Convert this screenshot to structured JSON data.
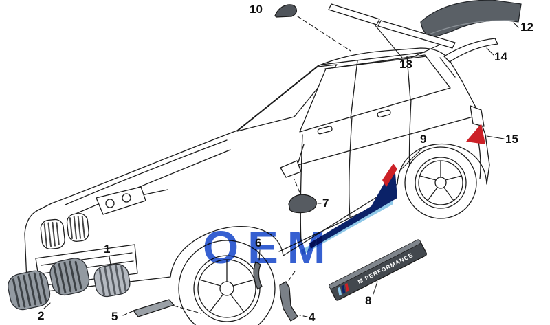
{
  "watermark": {
    "text": "OEM",
    "color": "#2b57cf"
  },
  "sill": {
    "text": "M PERFORMANCE"
  },
  "callouts": [
    {
      "label": "1"
    },
    {
      "label": "2"
    },
    {
      "label": "4"
    },
    {
      "label": "5"
    },
    {
      "label": "6"
    },
    {
      "label": "7"
    },
    {
      "label": "8"
    },
    {
      "label": "9"
    },
    {
      "label": "10"
    },
    {
      "label": "12"
    },
    {
      "label": "13"
    },
    {
      "label": "14"
    },
    {
      "label": "15"
    }
  ],
  "colors": {
    "line": "#1c1c1c",
    "m_navy": "#0b2268",
    "m_red": "#cc2127",
    "m_lightblue": "#8fc8e8",
    "part_gray": "#9aa0a6",
    "part_dark": "#565b61"
  }
}
